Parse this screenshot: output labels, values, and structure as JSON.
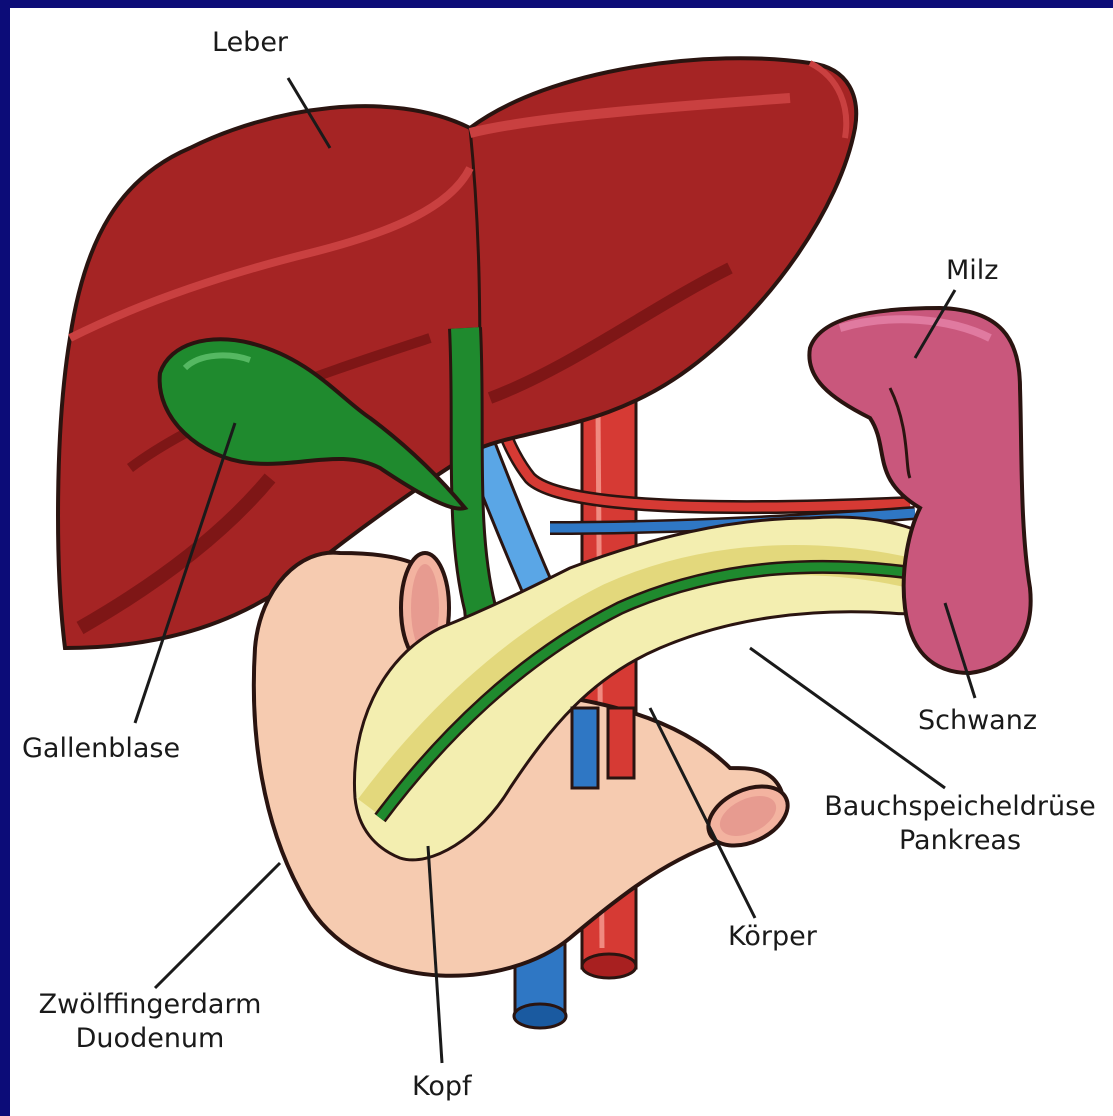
{
  "colors": {
    "frame": "#0c0c78",
    "liver": "#a52424",
    "liver_dark": "#7e1616",
    "liver_light": "#c94040",
    "gallbladder": "#1f8a2e",
    "duodenum": "#f6cbb0",
    "pancreas": "#f3eeb0",
    "spleen": "#c9577c",
    "artery": "#d63a34",
    "vein": "#2f77c4",
    "outline": "#2a1410"
  },
  "labels": {
    "leber": "Leber",
    "milz": "Milz",
    "gallenblase": "Gallenblase",
    "schwanz": "Schwanz",
    "bauchspeicheldruese": "Bauchspeicheldrüse",
    "pankreas": "Pankreas",
    "koerper": "Körper",
    "zwoelffingerdarm": "Zwölffingerdarm",
    "duodenum": "Duodenum",
    "kopf": "Kopf"
  }
}
